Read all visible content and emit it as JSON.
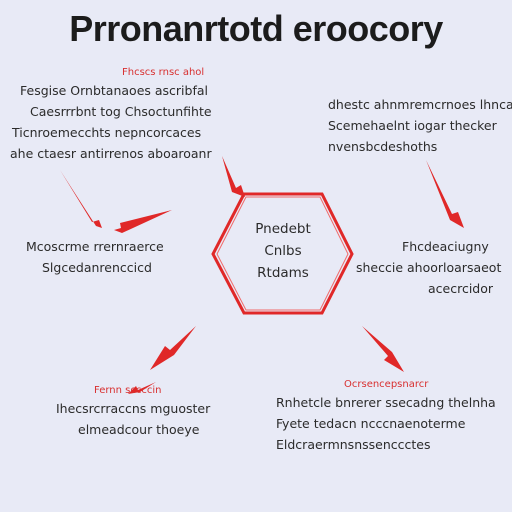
{
  "title": "Prronanrtotd eroocory",
  "colors": {
    "background": "#e8eaf6",
    "accent": "#e02828",
    "text": "#2b2b2b"
  },
  "center": {
    "lines": [
      "Pnedebt",
      "Cnlbs",
      "Rtdams"
    ]
  },
  "top_left": {
    "label": "Fhcscs rnsc ahol",
    "lines": [
      "Fesgise Ornbtanaoes ascribfal",
      "Caesrrrbnt tog Chsoctunfihte",
      "Ticnroemecchts nepncorcaces",
      "ahe ctaesr antirrenos aboaroanr"
    ]
  },
  "top_right": {
    "lines": [
      "dhestc ahnmremcrnoes lhnca",
      "Scemehaelnt iogar thecker",
      "nvensbcdeshoths"
    ]
  },
  "mid_left": {
    "lines": [
      "Mcoscrme rrernraerce",
      "Slgcedanrenccicd"
    ]
  },
  "mid_right": {
    "lines": [
      "Fhcdeaciugny",
      "sheccie ahoorloarsaeot",
      "acecrcidor"
    ]
  },
  "bottom_left": {
    "label": "Fernn sccccin",
    "lines": [
      "Ihecsrcrraccns mguoster",
      "elmeadcour thoeye"
    ]
  },
  "bottom_right": {
    "label": "Ocrsencepsnarcr",
    "lines": [
      "Rnhetcle bnrerer ssecadng thelnha",
      "Fyete tedacn ncccnaenoterme",
      "Eldcraermnsnssenccctes"
    ]
  }
}
